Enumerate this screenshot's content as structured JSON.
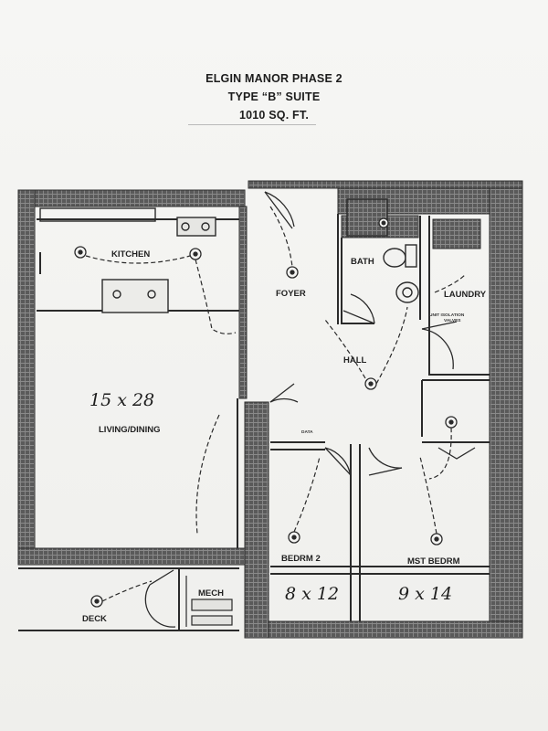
{
  "title": {
    "line1": "ELGIN MANOR PHASE 2",
    "line2": "TYPE “B” SUITE",
    "line3": "1010 SQ. FT."
  },
  "rooms": {
    "kitchen": "KITCHEN",
    "living_dining": "LIVING/DINING",
    "foyer": "FOYER",
    "bath": "BATH",
    "laundry": "LAUNDRY",
    "hall": "HALL",
    "bedroom2": "BEDRM 2",
    "master_bedroom": "MST BEDRM",
    "deck": "DECK",
    "mech": "MECH"
  },
  "handwritten": {
    "living_size": "15 x 28",
    "bedroom2_size": "8 x 12",
    "master_size": "9 x 14"
  },
  "small_text": {
    "laundry_note_1": "UNIT ISOLATION",
    "laundry_note_2": "VALVES",
    "data": "DATA"
  },
  "colors": {
    "wall": "#3c3c3c",
    "ink": "#222222",
    "paper": "#f3f3f1"
  }
}
